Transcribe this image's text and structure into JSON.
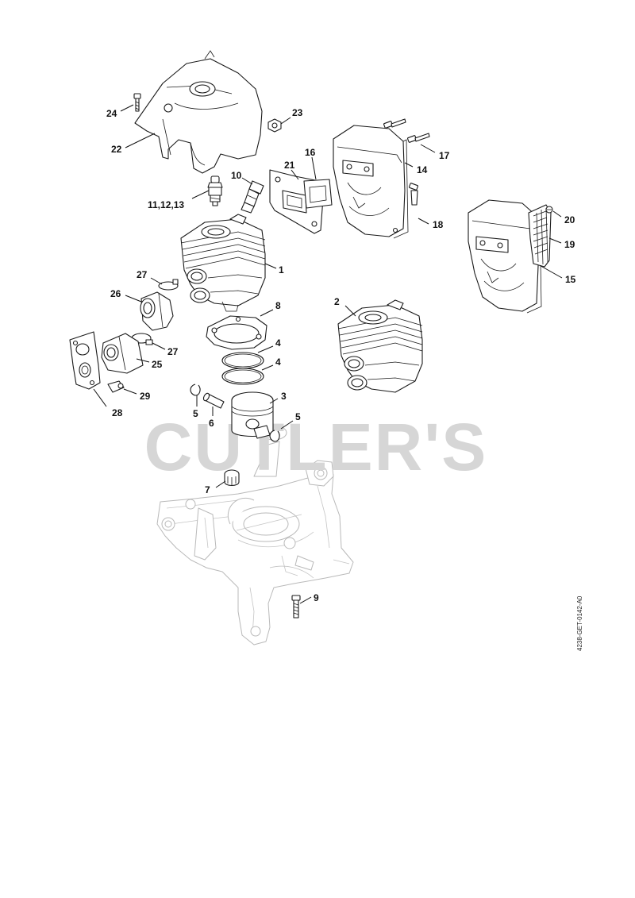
{
  "watermark": "CUTLER'S",
  "drawing_id": "4238-GET-0142-A0",
  "callouts": {
    "c1": "1",
    "c2": "2",
    "c3": "3",
    "c4a": "4",
    "c4b": "4",
    "c5a": "5",
    "c5b": "5",
    "c6": "6",
    "c7": "7",
    "c8": "8",
    "c9": "9",
    "c10": "10",
    "c11": "11,12,13",
    "c14": "14",
    "c15": "15",
    "c16": "16",
    "c17": "17",
    "c18": "18",
    "c19": "19",
    "c20": "20",
    "c21": "21",
    "c22": "22",
    "c23": "23",
    "c24": "24",
    "c25": "25",
    "c26": "26",
    "c27a": "27",
    "c27b": "27",
    "c28": "28",
    "c29": "29"
  }
}
